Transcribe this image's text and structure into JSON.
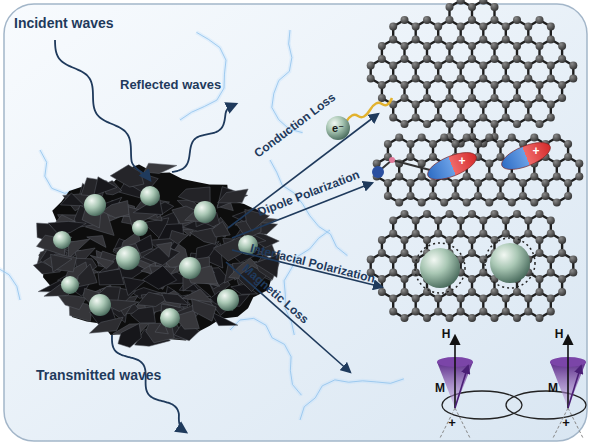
{
  "diagram": {
    "labels": [
      "Incident waves",
      "Reflected waves",
      "Conduction Loss",
      "e⁻",
      "Dipole Polarization",
      "+",
      "+",
      "Interfacial Polarization",
      "Magnetic Loss",
      "H",
      "M",
      "H",
      "M",
      "+",
      "+",
      "Transmitted waves"
    ]
  }
}
